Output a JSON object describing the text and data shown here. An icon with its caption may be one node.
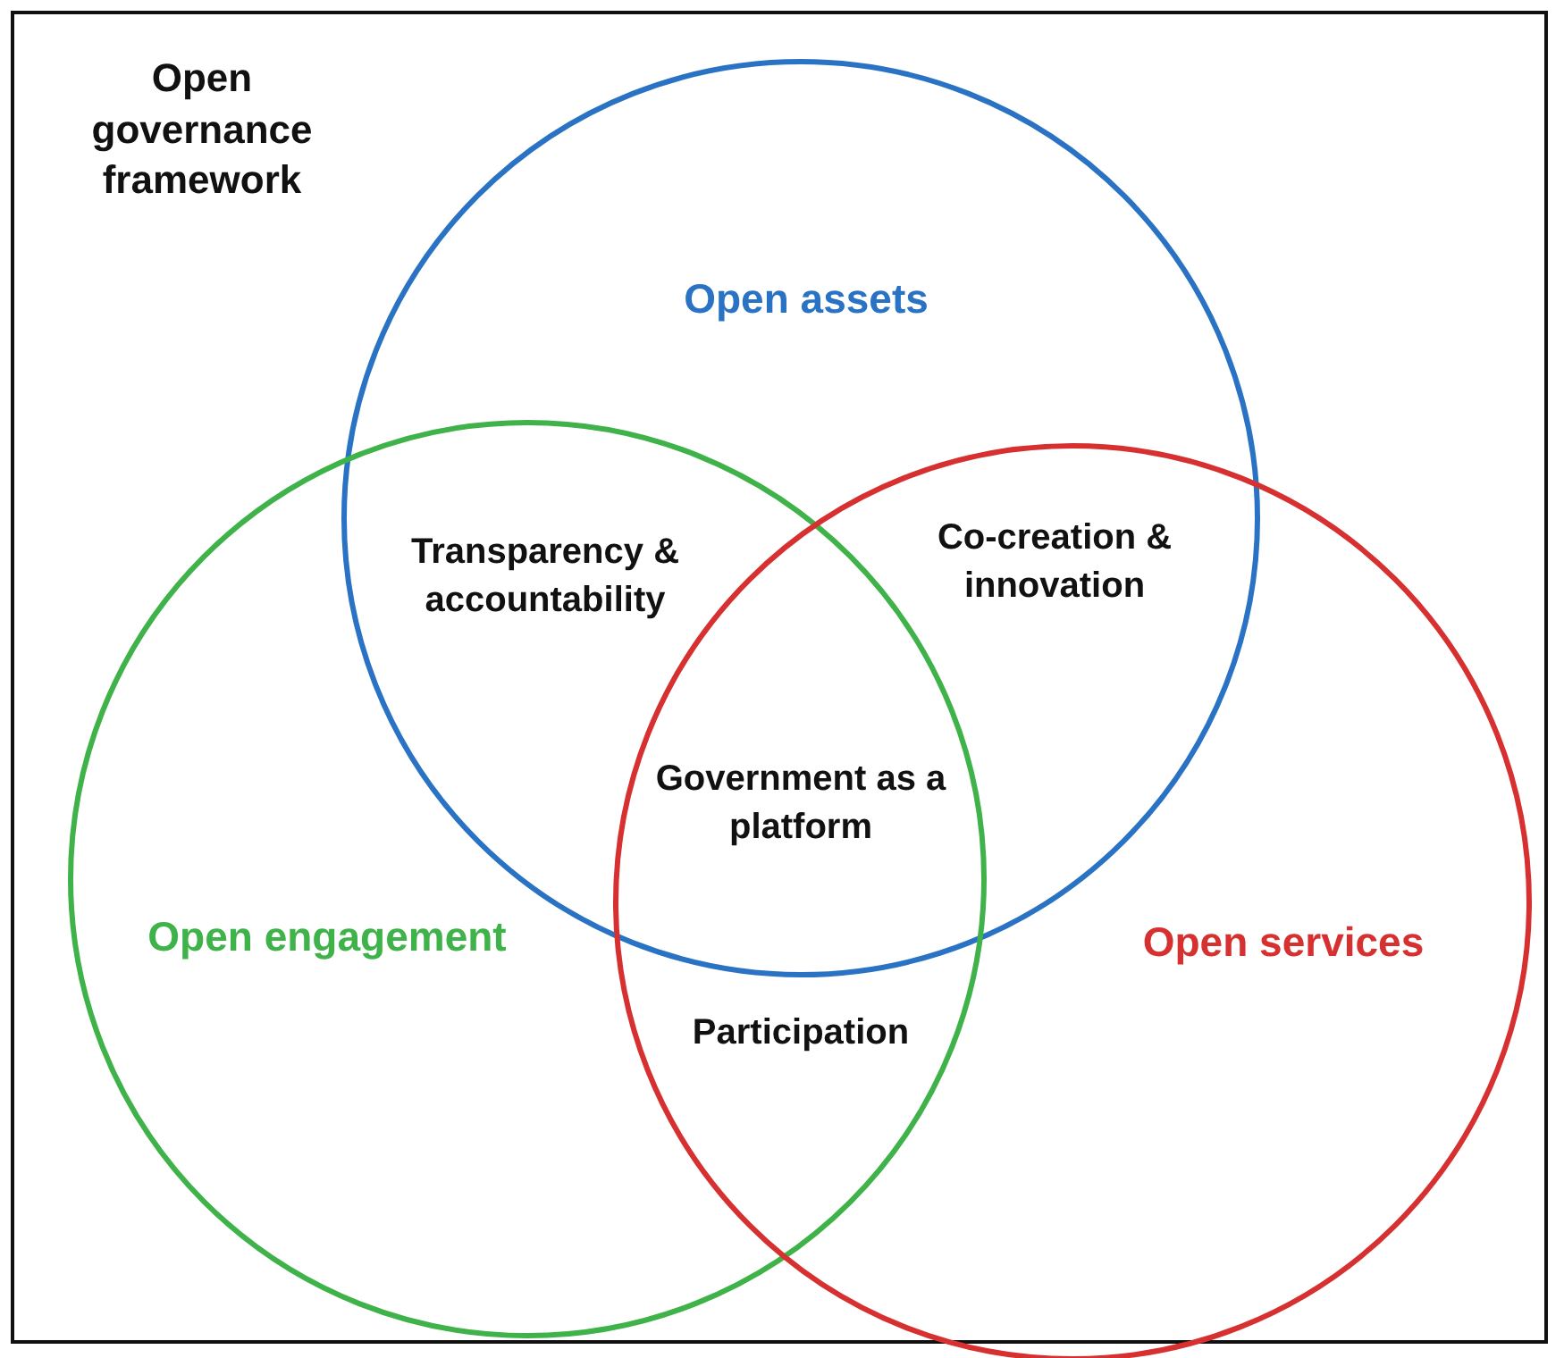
{
  "diagram": {
    "title": "Open governance framework",
    "nodes": [
      {
        "text": [
          "Open assets"
        ]
      },
      {
        "text": [
          "Open engagement"
        ]
      },
      {
        "text": [
          "Open services"
        ]
      }
    ],
    "labels": [
      "Transparency & accountability",
      "Co-creation & innovation",
      "Government as a platform",
      "Participation"
    ]
  }
}
